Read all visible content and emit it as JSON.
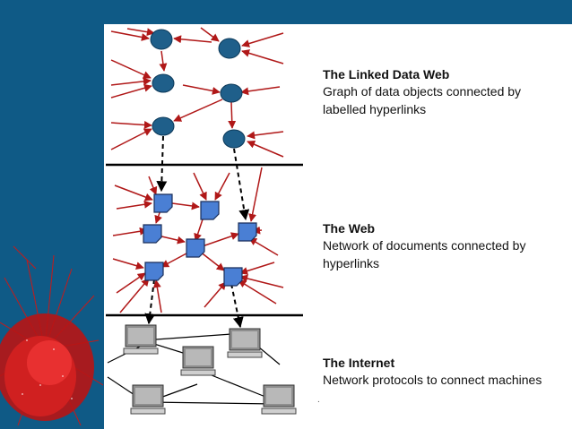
{
  "layers": [
    {
      "title": "The Linked Data Web",
      "description": "Graph of data objects connected by labelled hyperlinks"
    },
    {
      "title": "The Web",
      "description": "Network of documents connected by hyperlinks"
    },
    {
      "title": "The Internet",
      "description": "Network protocols to connect machines"
    }
  ],
  "colors": {
    "background": "#0f5a86",
    "node_fill": "#1f5f8a",
    "document_fill": "#4a7fd4",
    "link_color": "#b01818",
    "separator": "#000000"
  },
  "icons": {
    "data_node": "circle",
    "document": "page-icon",
    "machine": "computer-icon"
  },
  "footnote": "."
}
